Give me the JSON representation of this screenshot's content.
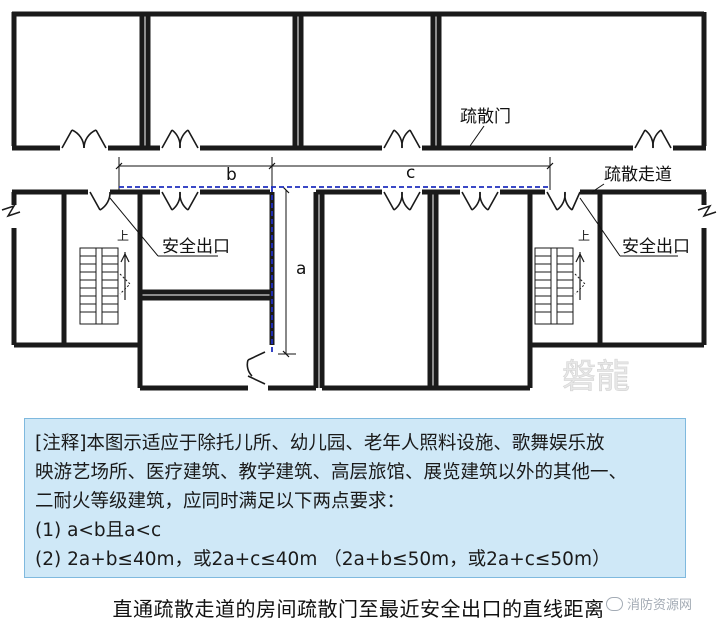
{
  "plan": {
    "labels": {
      "evac_door": "疏散门",
      "evac_corridor": "疏散走道",
      "safe_exit_left": "安全出口",
      "safe_exit_right": "安全出口",
      "stair_up_left": "上",
      "stair_up_right": "上"
    },
    "dims": {
      "a": "a",
      "b": "b",
      "c": "c"
    }
  },
  "watermark_seal": "磐龍",
  "note": {
    "lines": [
      "[注释]本图示适应于除托儿所、幼儿园、老年人照料设施、歌舞娱乐放",
      "映游艺场所、医疗建筑、教学建筑、高层旅馆、展览建筑以外的其他一、",
      "二耐火等级建筑，应同时满足以下两点要求：",
      "(1) a<b且a<c",
      "(2) 2a+b≤40m，或2a+c≤40m （2a+b≤50m，或2a+c≤50m）"
    ]
  },
  "caption": "直通疏散走道的房间疏散门至最近安全出口的直线距离",
  "account_watermark": "消防资源网",
  "colors": {
    "wall": "#1a1a1a",
    "path_dashed": "#1f2fbf",
    "note_background": "#cfe8f7",
    "note_border": "#7fb9de"
  }
}
